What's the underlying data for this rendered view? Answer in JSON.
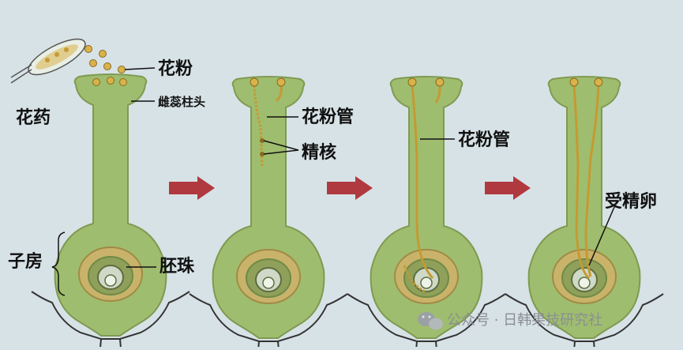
{
  "labels": {
    "pollen": "花粉",
    "anther": "花药",
    "stigma": "雌蕊柱头",
    "pollen_tube_1": "花粉管",
    "sperm_nuclei": "精核",
    "pollen_tube_2": "花粉管",
    "zygote": "受精卵",
    "ovary": "子房",
    "ovule": "胚珠"
  },
  "watermark": {
    "text": "公众号 · 日韩果技研究社"
  },
  "colors": {
    "background": "#d7e2e6",
    "pistil_fill": "#9fbd6e",
    "pistil_stroke": "#7f9a52",
    "ovule_outer": "#c9b36a",
    "ovule_inner": "#8ea05a",
    "pollen": "#d9b24a",
    "arrow": "#b0393f",
    "line": "#111111"
  },
  "icons": {
    "arrow": "right-arrow-icon",
    "watermark_logo": "wechat-logo-icon"
  }
}
